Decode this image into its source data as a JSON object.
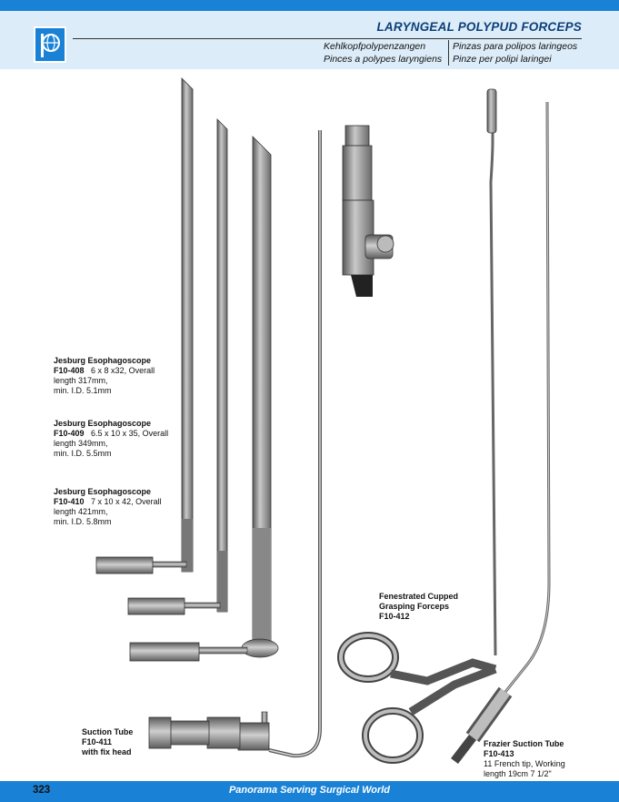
{
  "header": {
    "title": "LARYNGEAL POLYPUD FORCEPS",
    "subtitles": {
      "de": "Kehlkopfpolypenzangen",
      "es": "Pinzas para polipos laringeos",
      "fr": "Pinces a polypes laryngiens",
      "it": "Pinze per polipi laringei"
    },
    "logo_icon": "panorama-globe-logo"
  },
  "products": [
    {
      "name": "Jesburg Esophagoscope",
      "code": "F10-408",
      "spec": "6 x 8 x32, Overall",
      "line2": "length 317mm,",
      "line3": "min. I.D. 5.1mm"
    },
    {
      "name": "Jesburg Esophagoscope",
      "code": "F10-409",
      "spec": "6.5 x 10 x 35, Overall",
      "line2": "length 349mm,",
      "line3": "min. I.D. 5.5mm"
    },
    {
      "name": "Jesburg Esophagoscope",
      "code": "F10-410",
      "spec": "7 x 10 x 42, Overall",
      "line2": "length 421mm,",
      "line3": "min. I.D. 5.8mm"
    },
    {
      "name": "Fenestrated Cupped",
      "line2": "Grasping Forceps",
      "code": "F10-412"
    },
    {
      "name": "Suction Tube",
      "code": "F10-411",
      "line2": "with fix head"
    },
    {
      "name": "Frazier Suction Tube",
      "code": "F10-413",
      "line2": "11 French tip, Working",
      "line3": "length 19cm 7 1/2\""
    }
  ],
  "footer": {
    "page_number": "323",
    "slogan": "Panorama Serving Surgical World"
  },
  "colors": {
    "brand_blue": "#1a82d6",
    "header_tint": "#dcecf8",
    "title_navy": "#0d3f7a"
  }
}
